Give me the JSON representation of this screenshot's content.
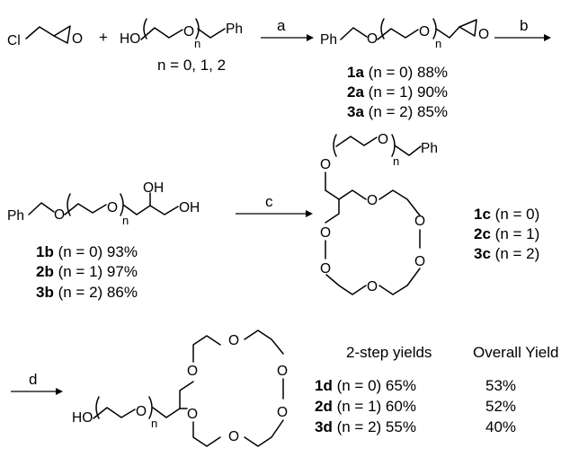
{
  "atoms": {
    "cl": "Cl",
    "o": "O",
    "ho": "HO",
    "oh": "OH",
    "ph": "Ph",
    "n": "n"
  },
  "reaction": {
    "plus": "+",
    "n_values": "n = 0, 1, 2",
    "steps": {
      "a": "a",
      "b": "b",
      "c": "c",
      "d": "d"
    }
  },
  "products": {
    "a": [
      {
        "id": "1a",
        "cond": "(n = 0)",
        "yield": "88%"
      },
      {
        "id": "2a",
        "cond": "(n = 1)",
        "yield": "90%"
      },
      {
        "id": "3a",
        "cond": "(n = 2)",
        "yield": "85%"
      }
    ],
    "b": [
      {
        "id": "1b",
        "cond": "(n = 0)",
        "yield": "93%"
      },
      {
        "id": "2b",
        "cond": "(n = 1)",
        "yield": "97%"
      },
      {
        "id": "3b",
        "cond": "(n = 2)",
        "yield": "86%"
      }
    ],
    "c": [
      {
        "id": "1c",
        "cond": "(n = 0)"
      },
      {
        "id": "2c",
        "cond": "(n = 1)"
      },
      {
        "id": "3c",
        "cond": "(n = 2)"
      }
    ],
    "d": [
      {
        "id": "1d",
        "cond": "(n = 0)",
        "yield": "65%",
        "overall": "53%"
      },
      {
        "id": "2d",
        "cond": "(n = 1)",
        "yield": "60%",
        "overall": "52%"
      },
      {
        "id": "3d",
        "cond": "(n = 2)",
        "yield": "55%",
        "overall": "40%"
      }
    ]
  },
  "table_headers": {
    "two_step": "2-step yields",
    "overall": "Overall Yield"
  }
}
